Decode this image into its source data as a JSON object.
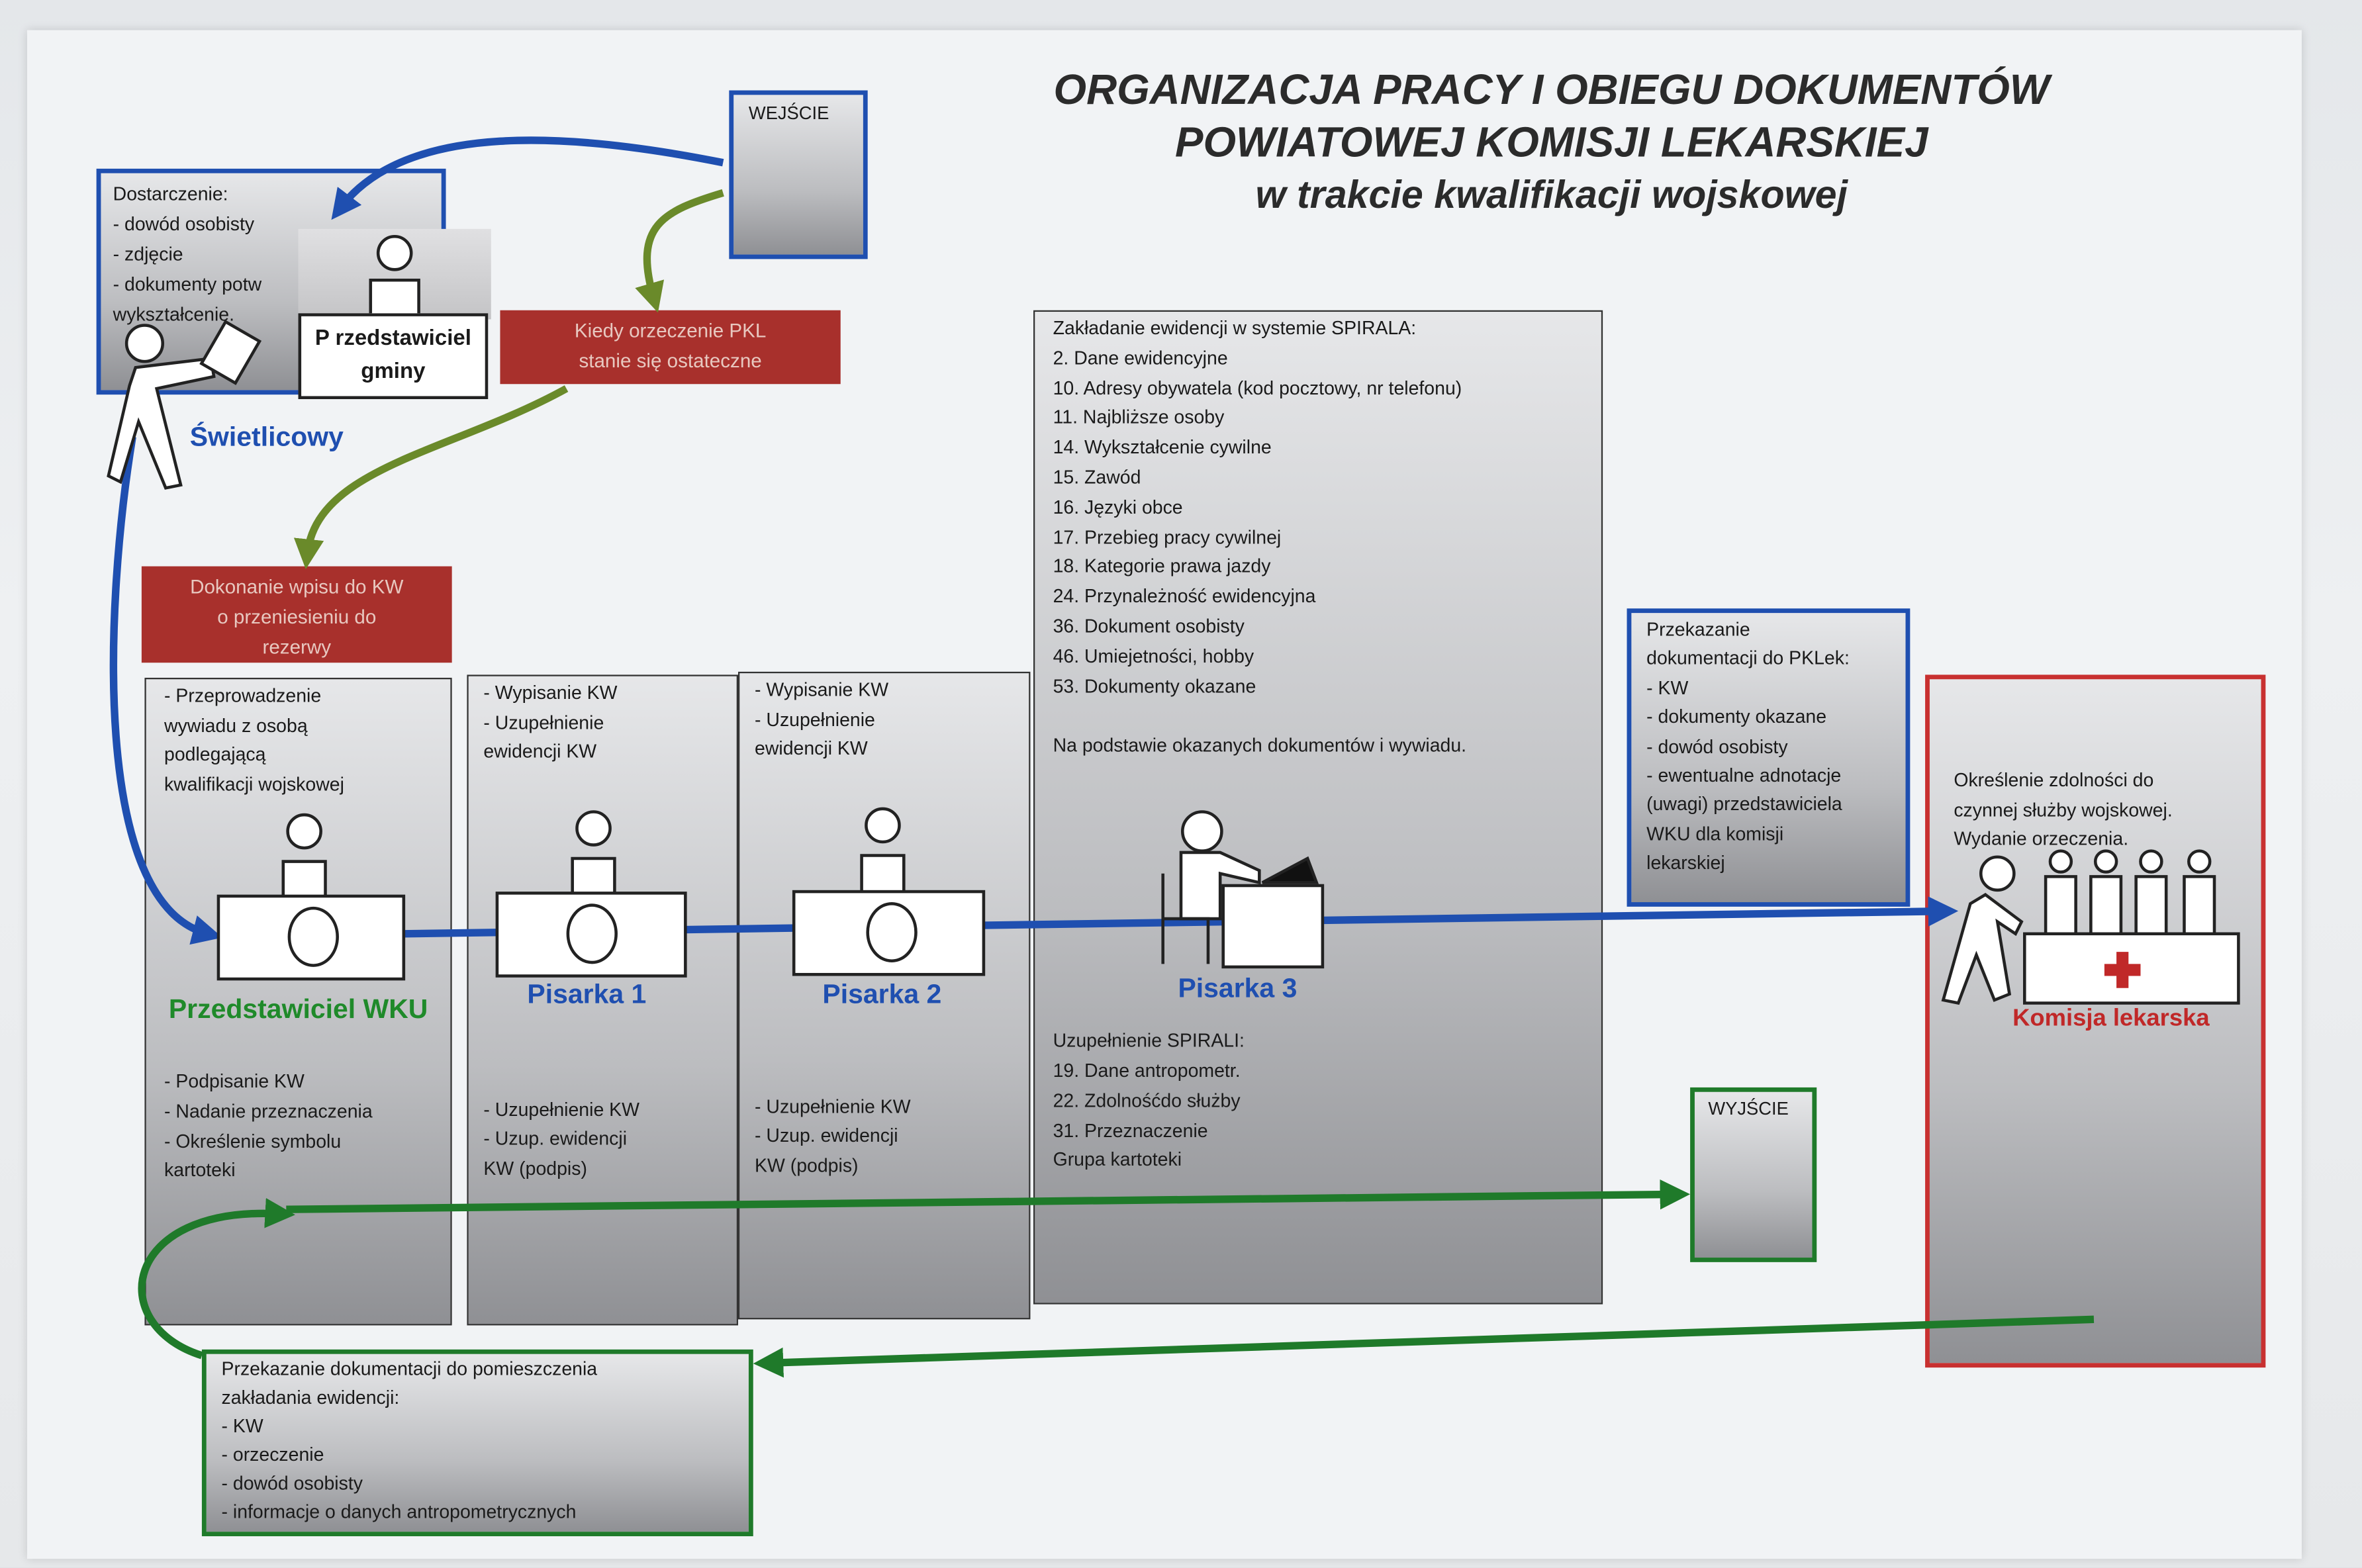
{
  "title": {
    "line1": "ORGANIZACJA PRACY I OBIEGU DOKUMENTÓW",
    "line2": "POWIATOWEJ KOMISJI LEKARSKIEJ",
    "line3": "w trakcie kwalifikacji wojskowej"
  },
  "entry": {
    "label": "WEJŚCIE"
  },
  "exit": {
    "label": "WYJŚCIE"
  },
  "delivery": {
    "heading": "Dostarczenie:",
    "items": [
      "- dowód osobisty",
      "- zdjęcie",
      "- dokumenty potw",
      "wykształcenie."
    ]
  },
  "gmina": {
    "label_line1": "P rzedstawiciel",
    "label_line2": "gminy"
  },
  "swietlicowy": {
    "label": "Świetlicowy"
  },
  "red_note1": {
    "line1": "Kiedy orzeczenie PKL",
    "line2": "stanie się ostateczne"
  },
  "red_note2": {
    "line1": "Dokonanie wpisu do KW",
    "line2": "o przeniesieniu do",
    "line3": "rezerwy"
  },
  "wku": {
    "label": "Przedstawiciel WKU",
    "top": [
      "- Przeprowadzenie",
      "wywiadu z osobą",
      "podlegającą",
      "kwalifikacji wojskowej"
    ],
    "bottom": [
      "- Podpisanie KW",
      "- Nadanie przeznaczenia",
      "- Określenie symbolu",
      "kartoteki"
    ]
  },
  "pisarka1": {
    "label": "Pisarka 1",
    "top": [
      "- Wypisanie KW",
      "- Uzupełnienie",
      "ewidencji KW"
    ],
    "bottom": [
      "- Uzupełnienie KW",
      "- Uzup. ewidencji",
      "KW (podpis)"
    ]
  },
  "pisarka2": {
    "label": "Pisarka 2",
    "top": [
      "- Wypisanie KW",
      "- Uzupełnienie",
      "ewidencji KW"
    ],
    "bottom": [
      "- Uzupełnienie KW",
      "- Uzup. ewidencji",
      "KW (podpis)"
    ]
  },
  "pisarka3": {
    "label": "Pisarka 3",
    "heading": "Zakładanie ewidencji w systemie SPIRALA:",
    "items": [
      "2.   Dane ewidencyjne",
      "10. Adresy obywatela (kod pocztowy, nr telefonu)",
      "11. Najbliższe osoby",
      "14. Wykształcenie cywilne",
      "15. Zawód",
      "16. Języki obce",
      "17. Przebieg pracy cywilnej",
      "18. Kategorie prawa jazdy",
      "24. Przynależność ewidencyjna",
      "36. Dokument osobisty",
      "46. Umiejetności, hobby",
      "53. Dokumenty okazane"
    ],
    "note": "Na podstawie okazanych dokumentów i wywiadu.",
    "bottom_heading": "Uzupełnienie SPIRALI:",
    "bottom": [
      "19. Dane antropometr.",
      "22. Zdolnośćdo służby",
      "31. Przeznaczenie",
      "Grupa kartoteki"
    ]
  },
  "transfer_pklek": {
    "lines": [
      "Przekazanie",
      "dokumentacji do PKLek:",
      "- KW",
      "- dokumenty okazane",
      "- dowód osobisty",
      "- ewentualne adnotacje",
      "(uwagi) przedstawiciela",
      "WKU dla komisji",
      "lekarskiej"
    ]
  },
  "komisja": {
    "label": "Komisja lekarska",
    "text": [
      "Określenie zdolności do",
      "czynnej służby wojskowej.",
      "Wydanie orzeczenia."
    ]
  },
  "transfer_room": {
    "lines": [
      "Przekazanie dokumentacji do pomieszczenia",
      "zakładania ewidencji:",
      "- KW",
      "- orzeczenie",
      "- dowód osobisty",
      "- informacje o danych antropometrycznych"
    ]
  },
  "colors": {
    "blue": "#1f4fb0",
    "green": "#1f7a2a",
    "red": "#a8302c",
    "olive": "#6a8a2a"
  }
}
